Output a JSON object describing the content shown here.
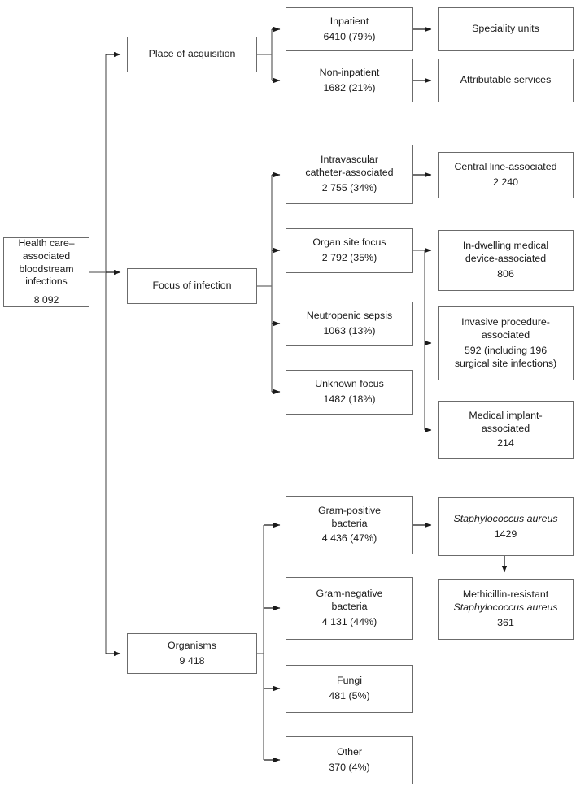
{
  "diagram": {
    "title": "Health care-associated bloodstream infections flowchart",
    "line_color": "#6b6b6b",
    "arrow_color": "#1a1a1a",
    "text_color": "#1a1a1a"
  },
  "root": {
    "label": "Health care–\nassociated\nbloodstream\ninfections",
    "value": "8 092"
  },
  "categories": [
    {
      "label": "Place of acquisition",
      "value": ""
    },
    {
      "label": "Focus of infection",
      "value": ""
    },
    {
      "label": "Organisms",
      "value": "9 418"
    }
  ],
  "place_of_acquisition": {
    "children": [
      {
        "label": "Inpatient",
        "value": "6410 (79%)"
      },
      {
        "label": "Non-inpatient",
        "value": "1682 (21%)"
      }
    ],
    "grandchildren": [
      {
        "label": "Speciality units",
        "value": ""
      },
      {
        "label": "Attributable services",
        "value": ""
      }
    ]
  },
  "focus_of_infection": {
    "children": [
      {
        "label": "Intravascular\ncatheter-associated",
        "value": "2 755 (34%)"
      },
      {
        "label": "Organ site focus",
        "value": "2 792 (35%)"
      },
      {
        "label": "Neutropenic sepsis",
        "value": "1063 (13%)"
      },
      {
        "label": "Unknown focus",
        "value": "1482 (18%)"
      }
    ],
    "catheter_detail": {
      "label": "Central line-associated",
      "value": "2 240"
    },
    "organ_site_details": [
      {
        "label": "In-dwelling medical\ndevice-associated",
        "value": "806"
      },
      {
        "label": "Invasive procedure-\nassociated",
        "value": "592 (including 196\nsurgical site infections)"
      },
      {
        "label": "Medical implant-\nassociated",
        "value": "214"
      }
    ]
  },
  "organisms": {
    "children": [
      {
        "label": "Gram-positive\nbacteria",
        "value": "4 436 (47%)"
      },
      {
        "label": "Gram-negative\nbacteria",
        "value": "4 131 (44%)"
      },
      {
        "label": "Fungi",
        "value": "481 (5%)"
      },
      {
        "label": "Other",
        "value": "370 (4%)"
      }
    ],
    "gram_positive_details": [
      {
        "label": "Staphylococcus aureus",
        "label_italic": true,
        "value": "1429"
      },
      {
        "label_plain": "Methicillin-resistant",
        "label": "Staphylococcus aureus",
        "label_italic": true,
        "value": "361"
      }
    ]
  }
}
